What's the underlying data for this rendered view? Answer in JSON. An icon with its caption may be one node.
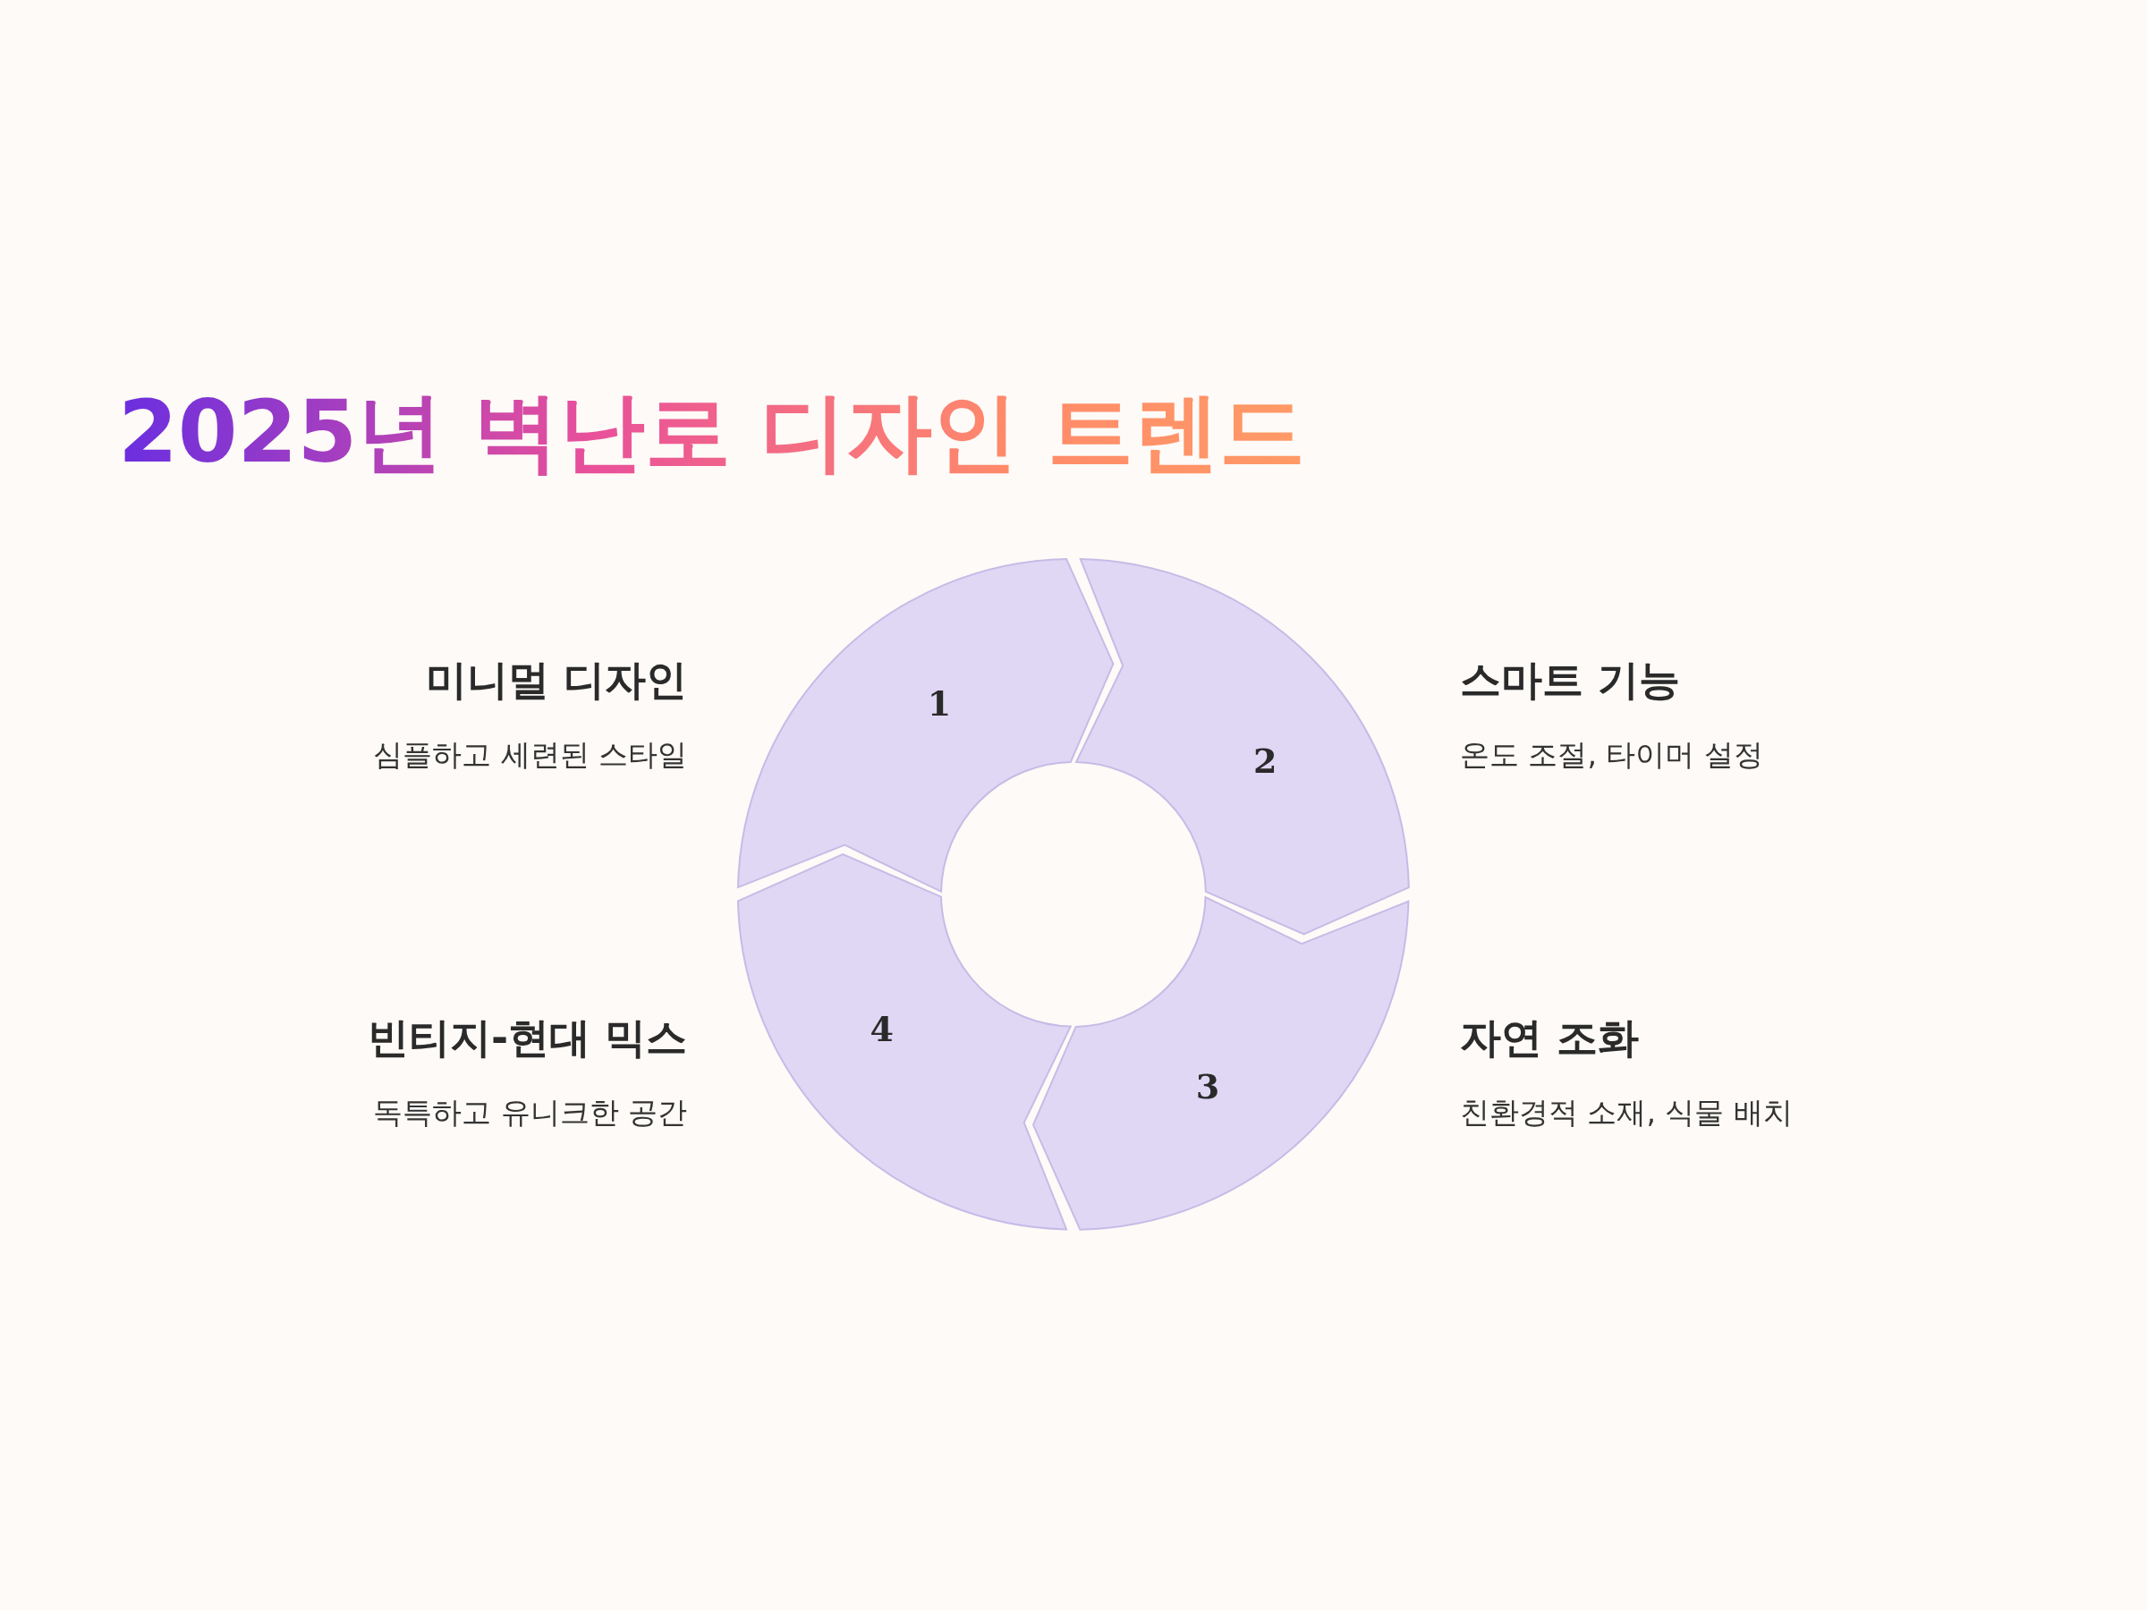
{
  "diagram": {
    "title": "2025년 벽난로 디자인 트렌드",
    "nodes": [
      {
        "text": [
          "1"
        ],
        "beside": [
          "미니멀 디자인",
          "심플하고 세련된 스타일"
        ]
      },
      {
        "text": [
          "2"
        ],
        "beside": [
          "스마트 기능",
          "온도 조절, 타이머 설정"
        ]
      },
      {
        "text": [
          "3"
        ],
        "beside": [
          "자연 조화",
          "친환경적 소재, 식물 배치"
        ]
      },
      {
        "text": [
          "4"
        ],
        "beside": [
          "빈티지-현대 믹스",
          "독특하고 유니크한 공간"
        ]
      }
    ]
  }
}
